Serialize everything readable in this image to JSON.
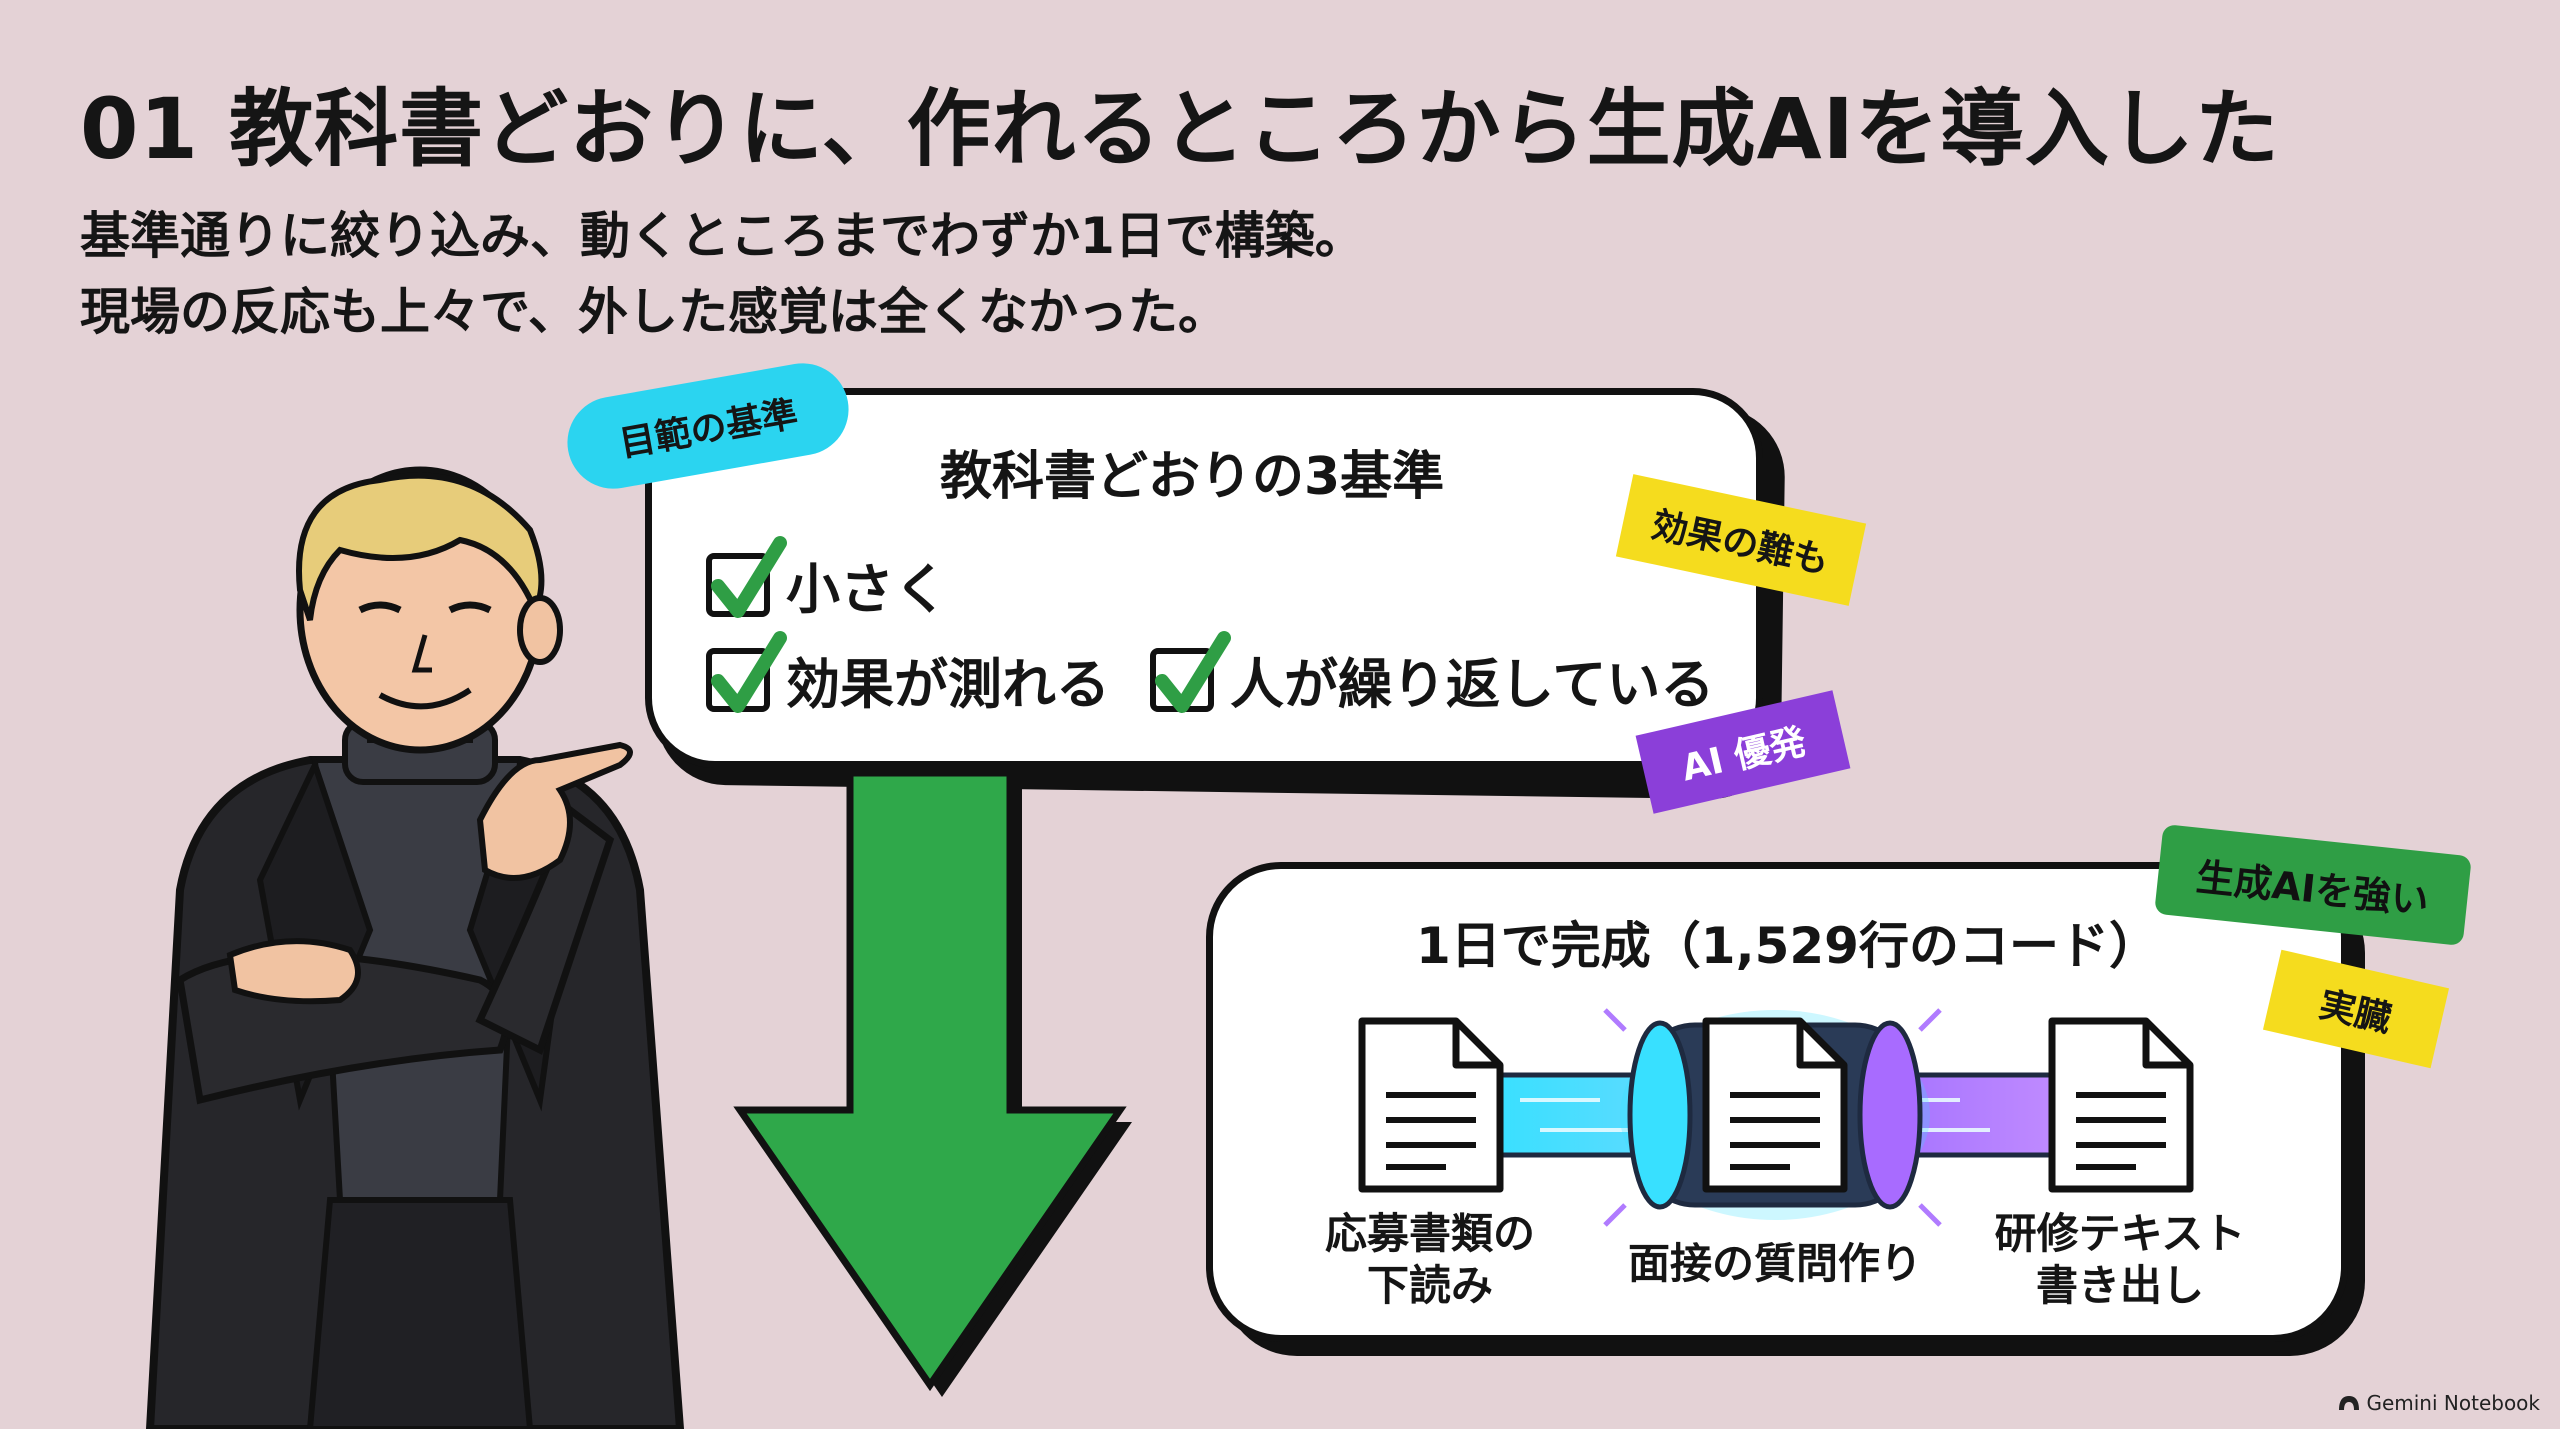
{
  "header": {
    "title": "01 教科書どおりに、作れるところから生成AIを導入した",
    "subtitle_lines": [
      "基準通りに絞り込み、動くところまでわずか1日で構築。",
      "現場の反応も上々で、外した感覚は全くなかった。"
    ]
  },
  "criteria_card": {
    "tag": "目範の基準",
    "title": "教科書どおりの3基準",
    "items": [
      "小さく",
      "効果が測れる",
      "人が繰り返している"
    ],
    "sticker_yellow": "効果の難も",
    "sticker_purple": "AI 優発"
  },
  "result_card": {
    "title": "1日で完成（1,529行のコード）",
    "docs": [
      {
        "label_lines": [
          "応募書類の",
          "下読み"
        ]
      },
      {
        "label_lines": [
          "面接の質問作り"
        ]
      },
      {
        "label_lines": [
          "研修テキスト",
          "書き出し"
        ]
      }
    ],
    "sticker_green": "生成AIを強い",
    "sticker_yellow": "実臓"
  },
  "footer": {
    "logo_text": "Gemini Notebook"
  },
  "colors": {
    "background": "#e4d2d6",
    "arrow_green": "#2fa84a",
    "check_green": "#2f9e45",
    "tag_cyan": "#2bd4f0",
    "tag_yellow": "#f5dc1e",
    "tag_purple": "#8b3fd9",
    "tag_green": "#2f9e45",
    "pipe_cyan": "#38e0ff",
    "pipe_purple": "#a86bff"
  },
  "icons": [
    "checkmark-icon",
    "document-icon",
    "down-arrow-icon",
    "person-illustration",
    "logo-icon"
  ]
}
